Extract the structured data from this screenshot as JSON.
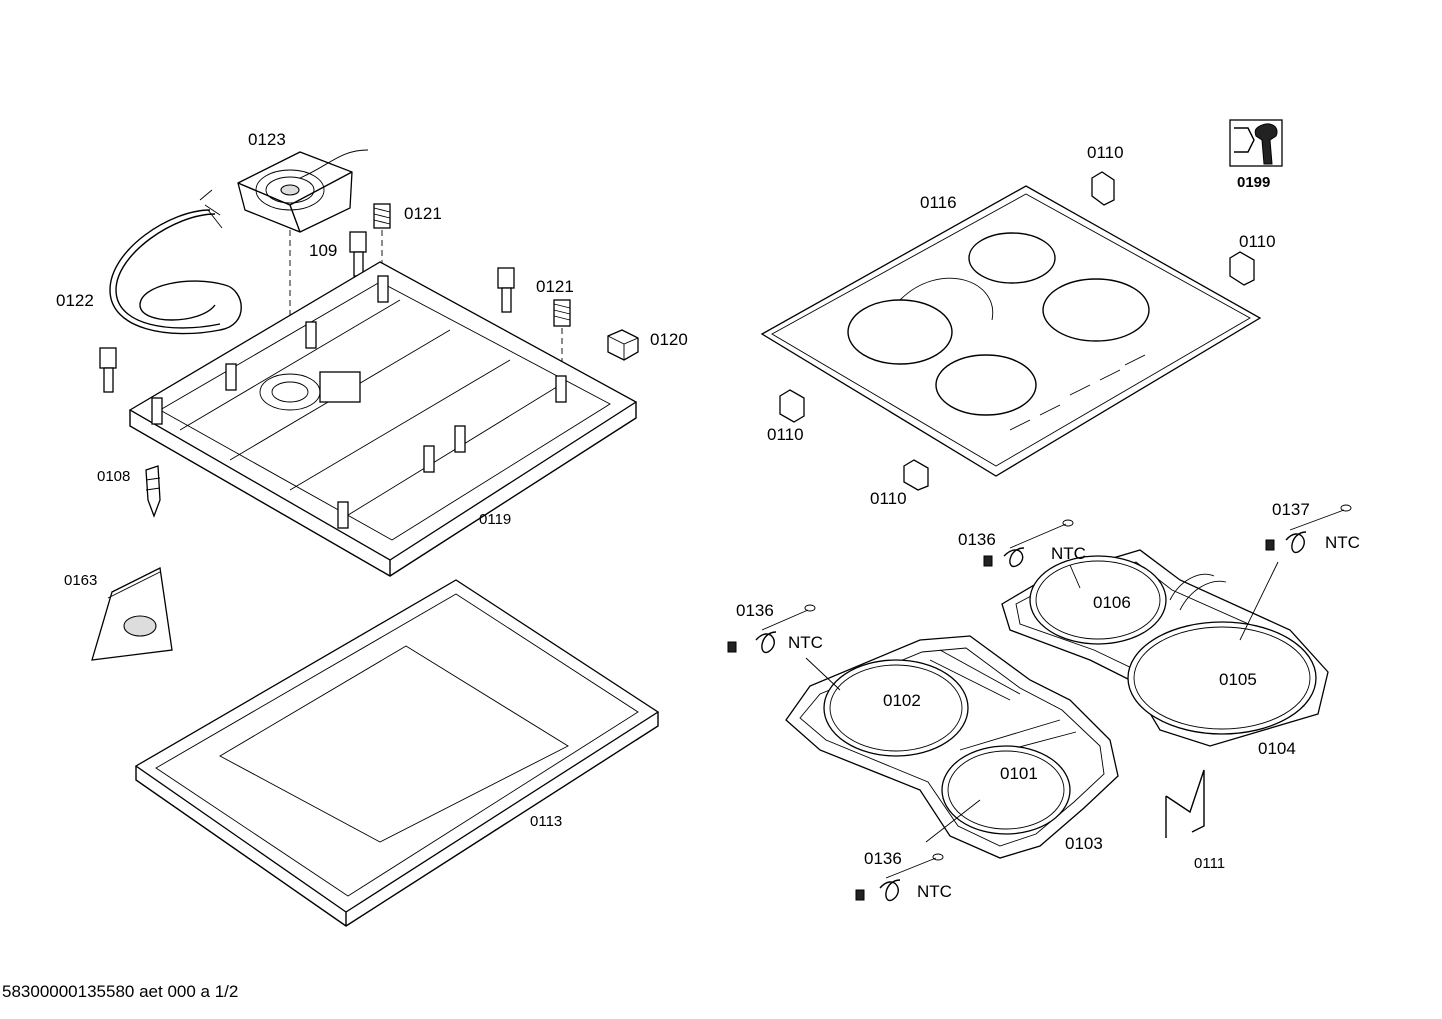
{
  "labels": {
    "p0123": "0123",
    "p0121a": "0121",
    "p109": "109",
    "p0121b": "0121",
    "p0122": "0122",
    "p0120": "0120",
    "p0108": "0108",
    "p0119": "0119",
    "p0163": "0163",
    "p0113": "0113",
    "p0110a": "0110",
    "p0199": "0199",
    "p0116": "0116",
    "p0110b": "0110",
    "p0110c": "0110",
    "p0110d": "0110",
    "p0136a": "0136",
    "ntc_a": "NTC",
    "p0137": "0137",
    "ntc_b": "NTC",
    "p0106": "0106",
    "p0136b": "0136",
    "ntc_c": "NTC",
    "p0102": "0102",
    "p0105": "0105",
    "p0104": "0104",
    "p0101": "0101",
    "p0103": "0103",
    "p0136c": "0136",
    "ntc_d": "NTC",
    "p0111": "0111"
  },
  "footer": "58300000135580 aet 000 a 1/2",
  "icons": [
    "service-wrench-icon"
  ]
}
